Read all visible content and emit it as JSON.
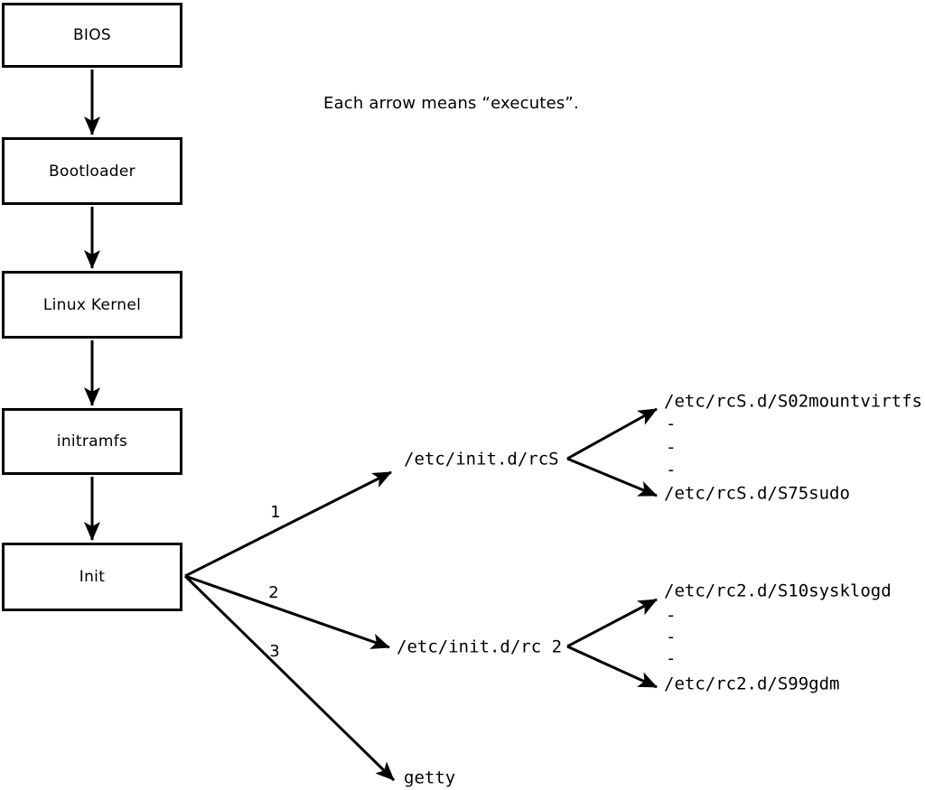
{
  "canvas": {
    "background_color": "#ffffff",
    "ink_color": "#000000"
  },
  "note": "Each arrow means “executes”.",
  "chain": [
    {
      "label": "BIOS"
    },
    {
      "label": "Bootloader"
    },
    {
      "label": "Linux Kernel"
    },
    {
      "label": "initramfs"
    },
    {
      "label": "Init"
    }
  ],
  "init_branches": {
    "numbers": [
      "1",
      "2",
      "3"
    ],
    "targets": {
      "rcs": "/etc/init.d/rcS",
      "rc2": "/etc/init.d/rc 2",
      "getty": "getty"
    }
  },
  "rcs_group": {
    "first": "/etc/rcS.d/S02mountvirtfs",
    "dashes": [
      "-",
      "-",
      "-"
    ],
    "last": "/etc/rcS.d/S75sudo"
  },
  "rc2_group": {
    "first": "/etc/rc2.d/S10sysklogd",
    "dashes": [
      "-",
      "-",
      "-"
    ],
    "last": "/etc/rc2.d/S99gdm"
  }
}
